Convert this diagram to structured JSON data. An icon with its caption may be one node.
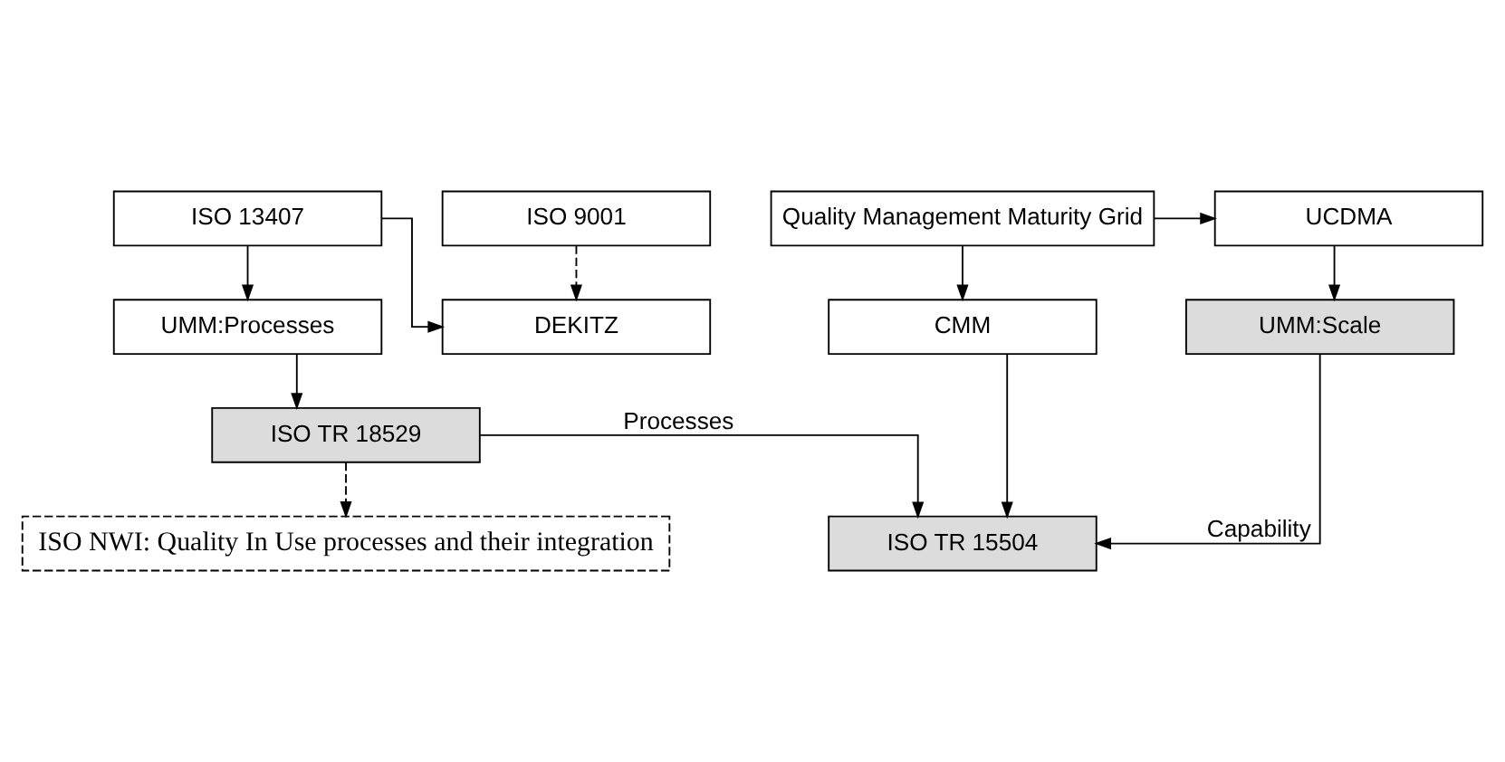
{
  "diagram": {
    "nodes": [
      {
        "text": [
          "ISO 13407"
        ]
      },
      {
        "text": [
          "UCDMA"
        ]
      },
      {
        "text": [
          "Quality Management Maturity Grid"
        ]
      },
      {
        "text": [
          "UMM:Processes"
        ]
      },
      {
        "text": [
          "UMM:Scale"
        ]
      },
      {
        "text": [
          "CMM"
        ]
      },
      {
        "text": [
          "ISO TR 18529"
        ]
      },
      {
        "text": [
          "ISO TR 15504"
        ]
      },
      {
        "text": [
          "DEKITZ"
        ]
      },
      {
        "text": [
          "ISO NWI: Quality In Use processes and their integration"
        ]
      },
      {
        "text": [
          "ISO 9001"
        ]
      }
    ],
    "edges": [
      {
        "from": 0,
        "to": 3,
        "arrow": "to"
      },
      {
        "from": 2,
        "to": 1,
        "arrow": "to"
      },
      {
        "from": 1,
        "to": 4,
        "arrow": "to"
      },
      {
        "from": 2,
        "to": 5,
        "arrow": "to"
      },
      {
        "from": 3,
        "to": 6,
        "arrow": "to"
      },
      {
        "from": 5,
        "to": 7,
        "arrow": "to"
      },
      {
        "from": 4,
        "to": 7,
        "arrow": "to",
        "label": "Capability"
      },
      {
        "from": 6,
        "to": 7,
        "arrow": "to",
        "label": "Processes"
      },
      {
        "from": 0,
        "to": 8,
        "arrow": "to"
      },
      {
        "from": 6,
        "to": 9,
        "arrow": "to",
        "style": "dashed"
      },
      {
        "from": 10,
        "to": 8,
        "arrow": "to",
        "style": "dashed"
      }
    ]
  }
}
